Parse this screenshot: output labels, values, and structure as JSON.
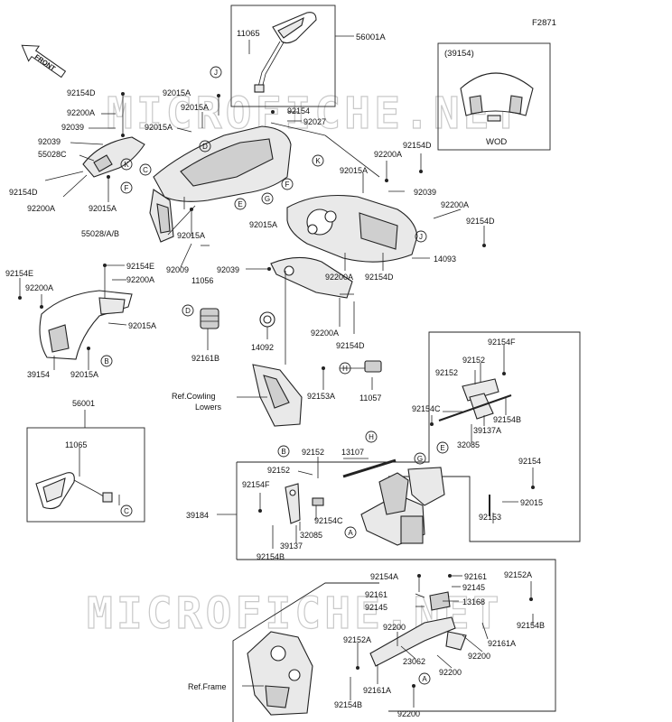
{
  "figure_code": "F2871",
  "front_label": "FRONT",
  "watermark": "MICROFICHE.NET",
  "ref_notes": {
    "cowling_lowers_1": "Ref.Cowling",
    "cowling_lowers_2": "Lowers",
    "frame": "Ref.Frame"
  },
  "inset_top_right": {
    "code": "(39154)",
    "caption": "WOD"
  },
  "circle_markers": [
    "A",
    "B",
    "C",
    "D",
    "E",
    "F",
    "G",
    "H",
    "J",
    "K"
  ],
  "labels": {
    "p11065_top": "11065",
    "p56001A": "56001A",
    "p92154D_1": "92154D",
    "p92015A_1": "92015A",
    "p92200A_1": "92200A",
    "p92015A_2": "92015A",
    "p92039_1": "92039",
    "p92154": "92154",
    "p92027": "92027",
    "p92015A_3": "92015A",
    "p92039_2": "92039",
    "p55028C": "55028C",
    "p92154D_2": "92154D",
    "p92200A_2": "92200A",
    "p92015A_4": "92015A",
    "p92015A_5": "92015A",
    "p92154D_3": "92154D",
    "p92200A_3": "92200A",
    "p92015A_6": "92015A",
    "p92039_3": "92039",
    "p92200A_4": "92200A",
    "p92154D_4": "92154D",
    "p55028AB": "55028/A/B",
    "p92015A_7": "92015A",
    "p92009": "92009",
    "p92039_4": "92039",
    "p11056": "11056",
    "p14093": "14093",
    "p92200A_5": "92200A",
    "p92154D_5": "92154D",
    "p92154E_1": "92154E",
    "p92154E_2": "92154E",
    "p92200A_6": "92200A",
    "p92200A_7": "92200A",
    "p92015A_8": "92015A",
    "p14092": "14092",
    "p92200A_8": "92200A",
    "p92154D_6": "92154D",
    "p39154": "39154",
    "p92015A_9": "92015A",
    "p92161B": "92161B",
    "p92153A": "92153A",
    "p11057": "11057",
    "p92154F_1": "92154F",
    "p92152_1": "92152",
    "p92152_2": "92152",
    "p92154C_1": "92154C",
    "p39137A": "39137A",
    "p92154B_1": "92154B",
    "p32085_1": "32085",
    "p56001": "56001",
    "p11065_bot": "11065",
    "p92152_3": "92152",
    "p13107": "13107",
    "p92152_4": "92152",
    "p92154_2": "92154",
    "p92154F_2": "92154F",
    "p39184": "39184",
    "p92154C_2": "92154C",
    "p32085_2": "32085",
    "p39137": "39137",
    "p92154B_2": "92154B",
    "p92015": "92015",
    "p92153": "92153",
    "p92154A": "92154A",
    "p92161_1": "92161",
    "p92152A_1": "92152A",
    "p92145_1": "92145",
    "p92161_2": "92161",
    "p13168": "13168",
    "p92145_2": "92145",
    "p92154B_3": "92154B",
    "p92200_1": "92200",
    "p92161A_1": "92161A",
    "p92152A_2": "92152A",
    "p92200_2": "92200",
    "p23062": "23062",
    "p92161A_2": "92161A",
    "p92200_3": "92200",
    "p92154B_4": "92154B",
    "p92200_4": "92200"
  }
}
